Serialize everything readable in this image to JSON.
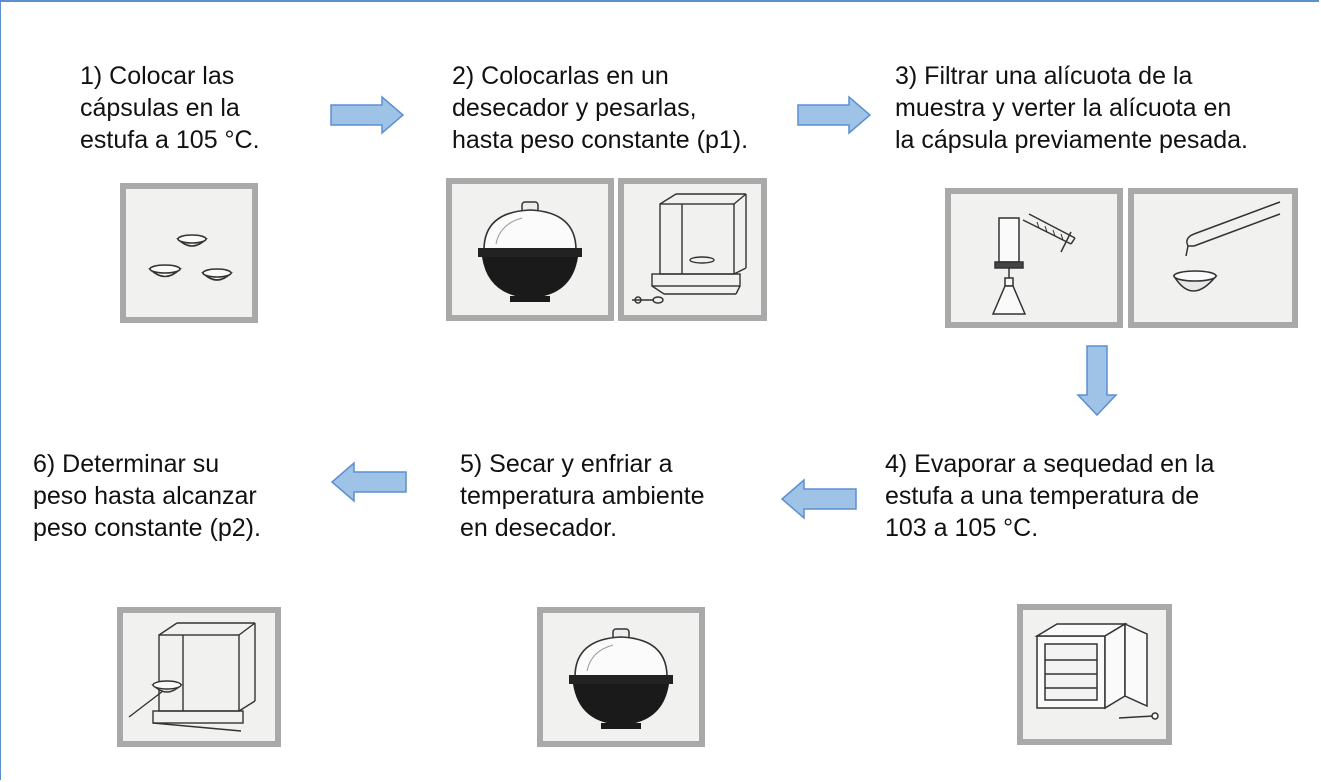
{
  "steps": [
    {
      "lines": [
        "1) Colocar las",
        "cápsulas en la",
        "estufa a 105 °C."
      ]
    },
    {
      "lines": [
        "2) Colocarlas en un",
        "desecador y pesarlas,",
        "hasta peso constante (p1)."
      ]
    },
    {
      "lines": [
        "3) Filtrar una alícuota de la",
        "muestra y verter la alícuota en",
        "la cápsula previamente pesada."
      ]
    },
    {
      "lines": [
        "4) Evaporar a sequedad en la",
        "estufa a una temperatura de",
        "103 a 105 °C."
      ]
    },
    {
      "lines": [
        "5) Secar y enfriar a",
        "temperatura ambiente",
        "en desecador."
      ]
    },
    {
      "lines": [
        "6) Determinar su",
        "peso hasta alcanzar",
        "peso constante (p2)."
      ]
    }
  ],
  "colors": {
    "arrow_fill": "#9fc3e7",
    "arrow_stroke": "#5b8fd0",
    "frame": "#5b8fd0",
    "picture_border": "#a9a9a9"
  },
  "illustrations": [
    "capsules-illustration",
    "desiccator-illustration",
    "analytical-balance-illustration",
    "filtration-illustration",
    "pouring-capsule-illustration",
    "oven-illustration",
    "desiccator-illustration",
    "balance-with-capsule-illustration"
  ]
}
